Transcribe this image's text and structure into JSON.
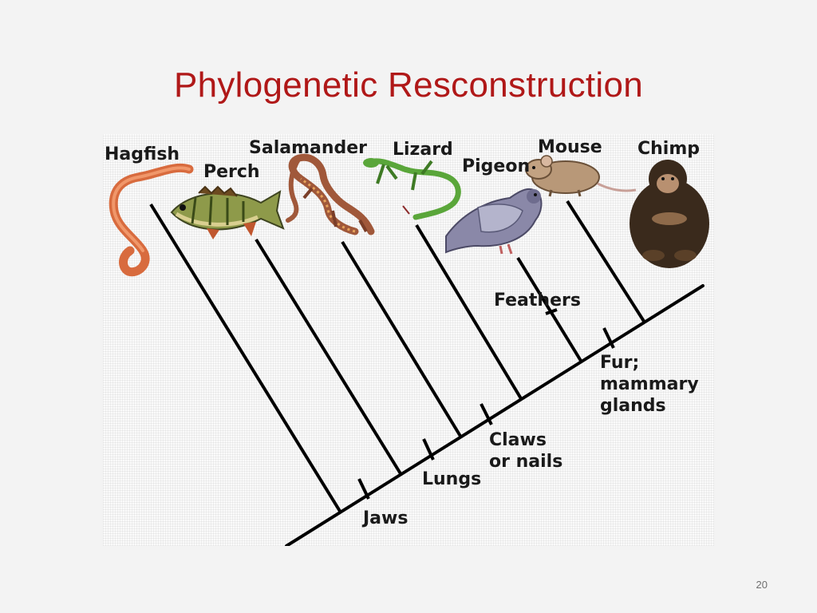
{
  "slide": {
    "title": "Phylogenetic Resconstruction",
    "number": "20",
    "title_color": "#b01818"
  },
  "diagram": {
    "taxa": [
      {
        "name": "Hagfish",
        "icon": "hagfish-icon"
      },
      {
        "name": "Perch",
        "icon": "perch-icon"
      },
      {
        "name": "Salamander",
        "icon": "salamander-icon"
      },
      {
        "name": "Lizard",
        "icon": "lizard-icon"
      },
      {
        "name": "Pigeon",
        "icon": "pigeon-icon"
      },
      {
        "name": "Mouse",
        "icon": "mouse-icon"
      },
      {
        "name": "Chimp",
        "icon": "chimp-icon"
      }
    ],
    "traits": [
      {
        "label": "Jaws"
      },
      {
        "label": "Lungs"
      },
      {
        "label": "Claws\nor nails"
      },
      {
        "label": "Feathers"
      },
      {
        "label": "Fur;\nmammary\nglands"
      }
    ]
  }
}
